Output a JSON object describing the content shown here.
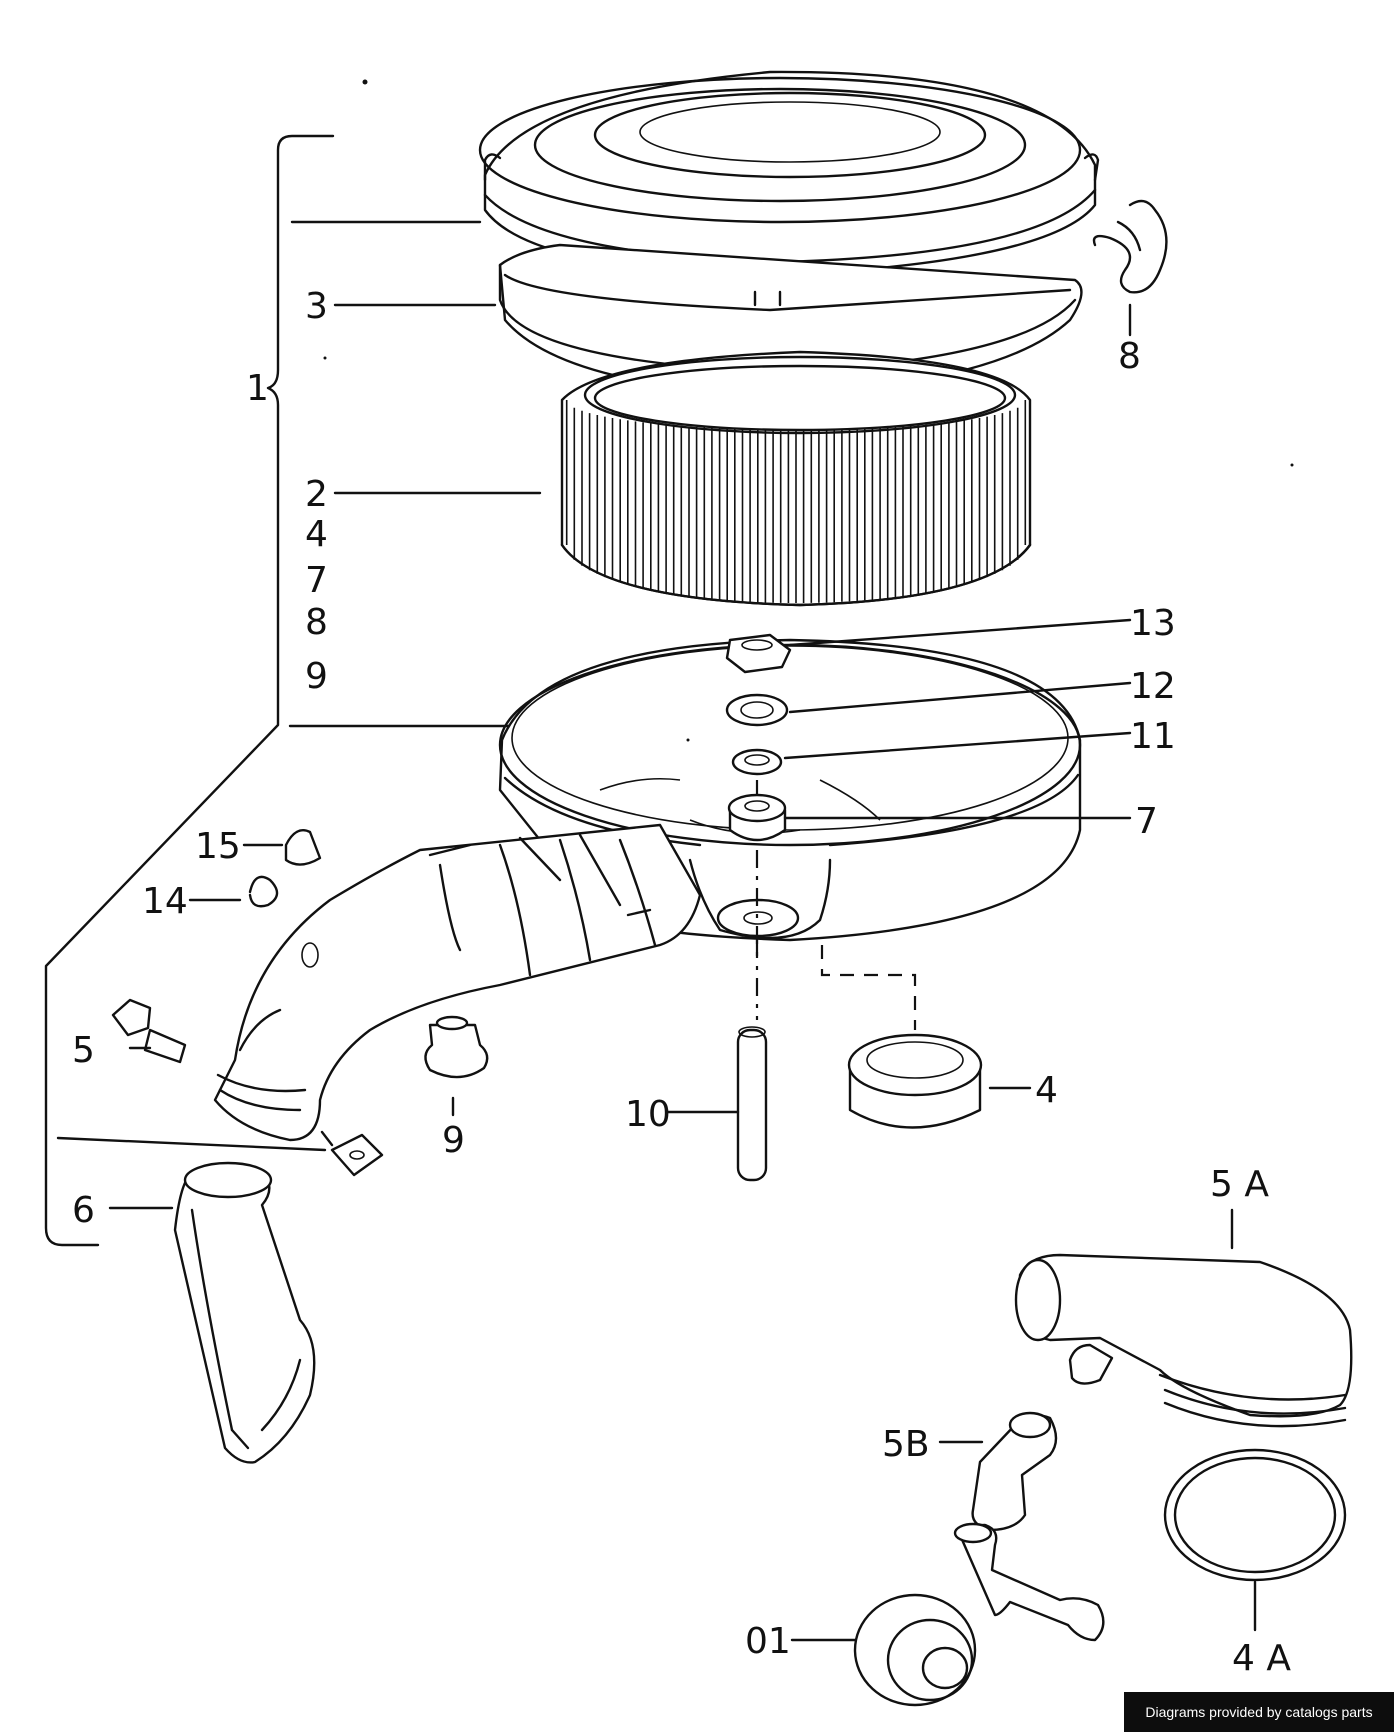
{
  "callouts": {
    "c1": "1",
    "c3": "3",
    "c8top": "8",
    "c2": "2",
    "c4list": "4",
    "c7list": "7",
    "c8list": "8",
    "c9list": "9",
    "c13": "13",
    "c12": "12",
    "c11": "11",
    "c7": "7",
    "c15": "15",
    "c14": "14",
    "c5": "5",
    "c9": "9",
    "c10": "10",
    "c4": "4",
    "c6": "6",
    "c5a": "5 A",
    "c5b": "5B",
    "c4a": "4 A",
    "c01": "01"
  },
  "credit": "Diagrams provided by catalogs parts"
}
